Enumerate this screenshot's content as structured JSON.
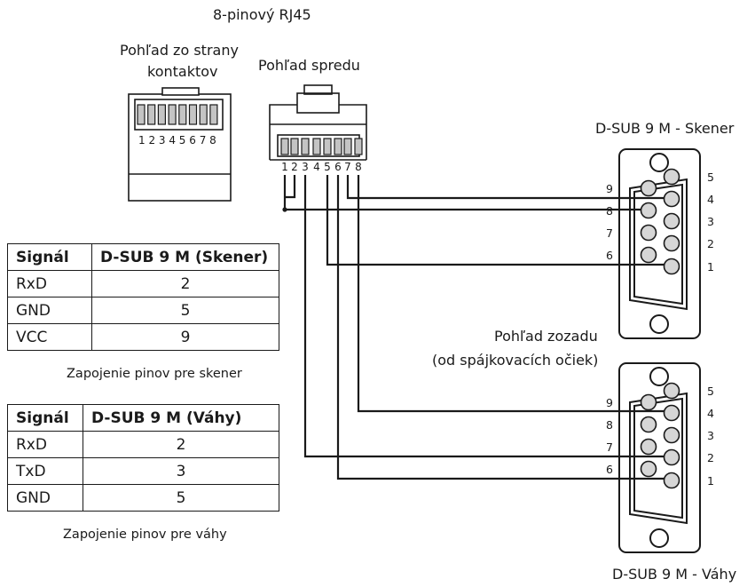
{
  "title": "8-pinový  RJ45",
  "rj45": {
    "contact_view_label_line1": "Pohľad zo strany",
    "contact_view_label_line2": "kontaktov",
    "front_view_label": "Pohľad spredu",
    "contact_pin_numbers": "1 2 3 4 5 6 7 8",
    "front_pin_numbers": [
      "1",
      "2",
      "3",
      "4",
      "5",
      "6",
      "7",
      "8"
    ]
  },
  "scanner_connector": {
    "label": "D-SUB 9 M - Skener",
    "top_row_numbers": [
      "5",
      "4",
      "3",
      "2",
      "1"
    ],
    "bottom_row_numbers": [
      "9",
      "8",
      "7",
      "6"
    ]
  },
  "scale_connector": {
    "label": "D-SUB 9 M - Váhy",
    "top_row_numbers": [
      "5",
      "4",
      "3",
      "2",
      "1"
    ],
    "bottom_row_numbers": [
      "9",
      "8",
      "7",
      "6"
    ]
  },
  "rear_view_label": {
    "line1": "Pohľad zozadu",
    "line2": "(od spájkovacích očiek)"
  },
  "scanner_table": {
    "headers": [
      "Signál",
      "D-SUB 9 M (Skener)"
    ],
    "rows": [
      {
        "signal": "RxD",
        "pin": "2"
      },
      {
        "signal": "GND",
        "pin": "5"
      },
      {
        "signal": "VCC",
        "pin": "9"
      }
    ],
    "caption": "Zapojenie pinov pre skener"
  },
  "scale_table": {
    "headers": [
      "Signál",
      "D-SUB 9 M (Váhy)"
    ],
    "rows": [
      {
        "signal": "RxD",
        "pin": "2"
      },
      {
        "signal": "TxD",
        "pin": "3"
      },
      {
        "signal": "GND",
        "pin": "5"
      }
    ],
    "caption": "Zapojenie pinov pre váhy"
  },
  "colors": {
    "line": "#1a1a1a",
    "pin_fill": "#d6d6d6",
    "contact_fill": "#c4c4c4"
  }
}
